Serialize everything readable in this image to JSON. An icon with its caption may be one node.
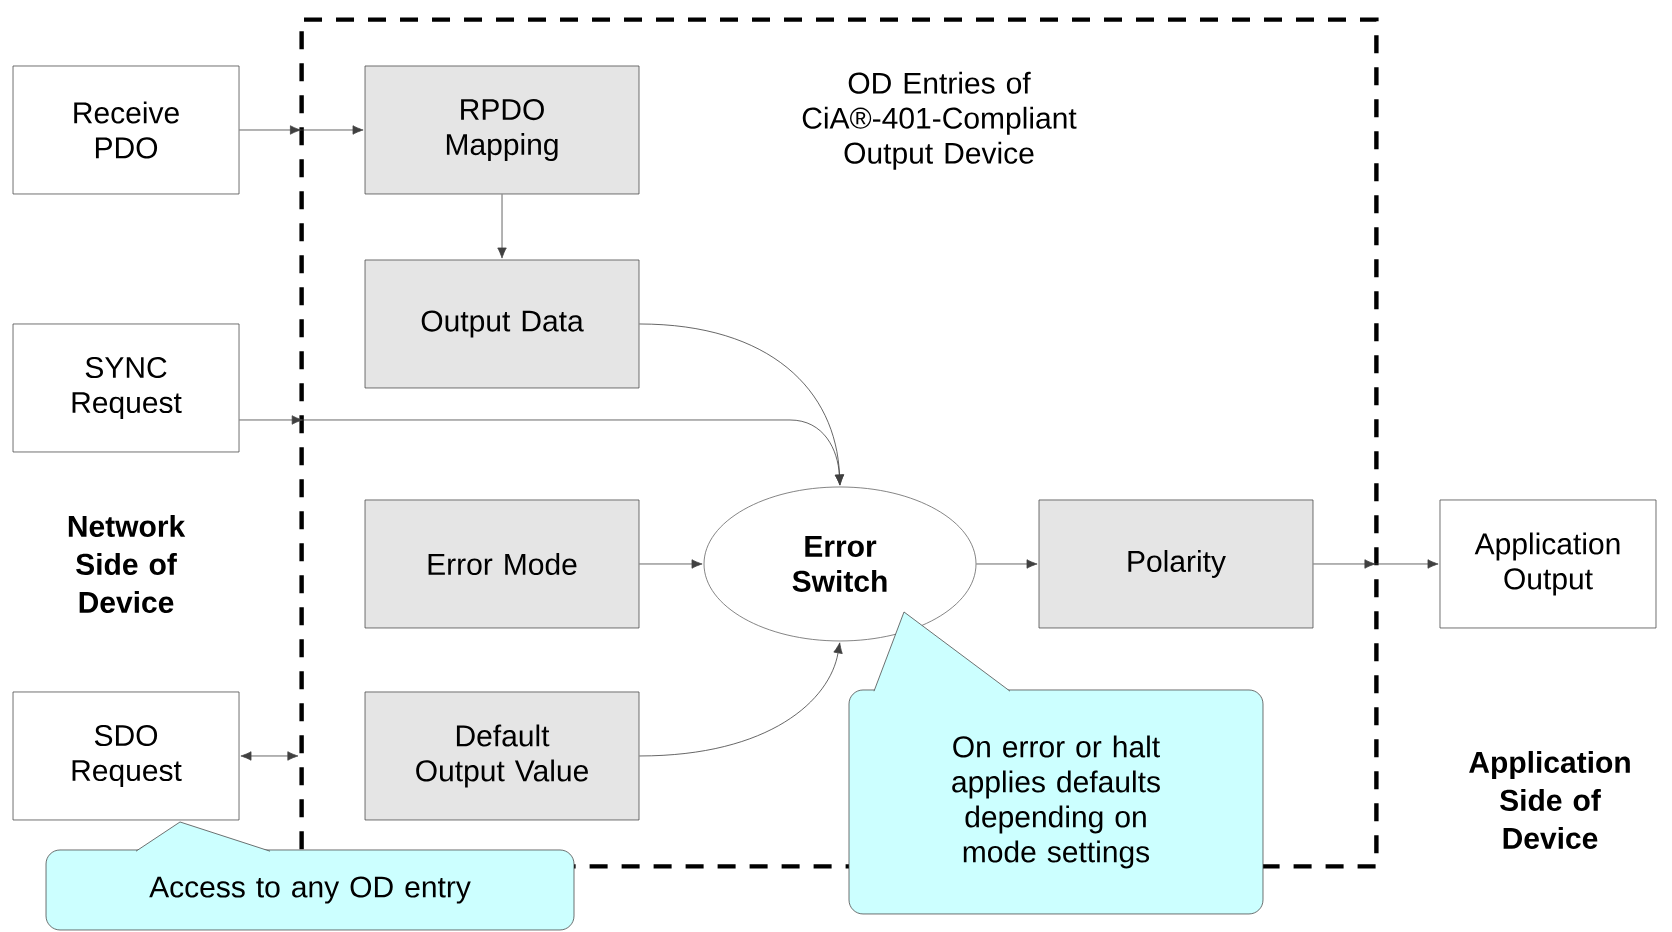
{
  "diagram": {
    "nodes": [
      {
        "text": [
          "Receive PDO"
        ]
      },
      {
        "text": [
          "OD Entries of CiA®-401-Compliant Output Device"
        ]
      },
      {
        "text": [
          "RPDO Mapping"
        ],
        "in": 1
      },
      {
        "text": [
          "Output Data"
        ],
        "in": 1
      },
      {
        "text": [
          "SYNC Request"
        ]
      },
      {
        "text": [
          "Error Mode"
        ],
        "in": 1
      },
      {
        "text": [
          "Error Switch"
        ],
        "in": 1
      },
      {
        "text": [
          "Polarity"
        ],
        "in": 1
      },
      {
        "text": [
          "Application Output"
        ]
      },
      {
        "text": [
          "Default Output Value"
        ],
        "in": 1
      },
      {
        "text": [
          "SDO Request"
        ]
      },
      {
        "text": [
          "On error or halt applies defaults depending on mode settings"
        ]
      },
      {
        "text": [
          "Access to any OD entry"
        ]
      }
    ],
    "edges": [
      {
        "from": 0,
        "to": 2,
        "arrow": "to"
      },
      {
        "from": 2,
        "to": 3,
        "arrow": "to"
      },
      {
        "from": 3,
        "to": 6,
        "arrow": "to"
      },
      {
        "from": 4,
        "to": 6,
        "arrow": "to"
      },
      {
        "from": 5,
        "to": 6,
        "arrow": "to"
      },
      {
        "from": 9,
        "to": 6,
        "arrow": "to"
      },
      {
        "from": 6,
        "to": 7,
        "arrow": "to"
      },
      {
        "from": 7,
        "to": 8,
        "arrow": "to"
      },
      {
        "from": 10,
        "to": 1,
        "arrow": "both"
      }
    ],
    "labels": [
      "Network Side of Device",
      "Application Side of Device"
    ]
  }
}
